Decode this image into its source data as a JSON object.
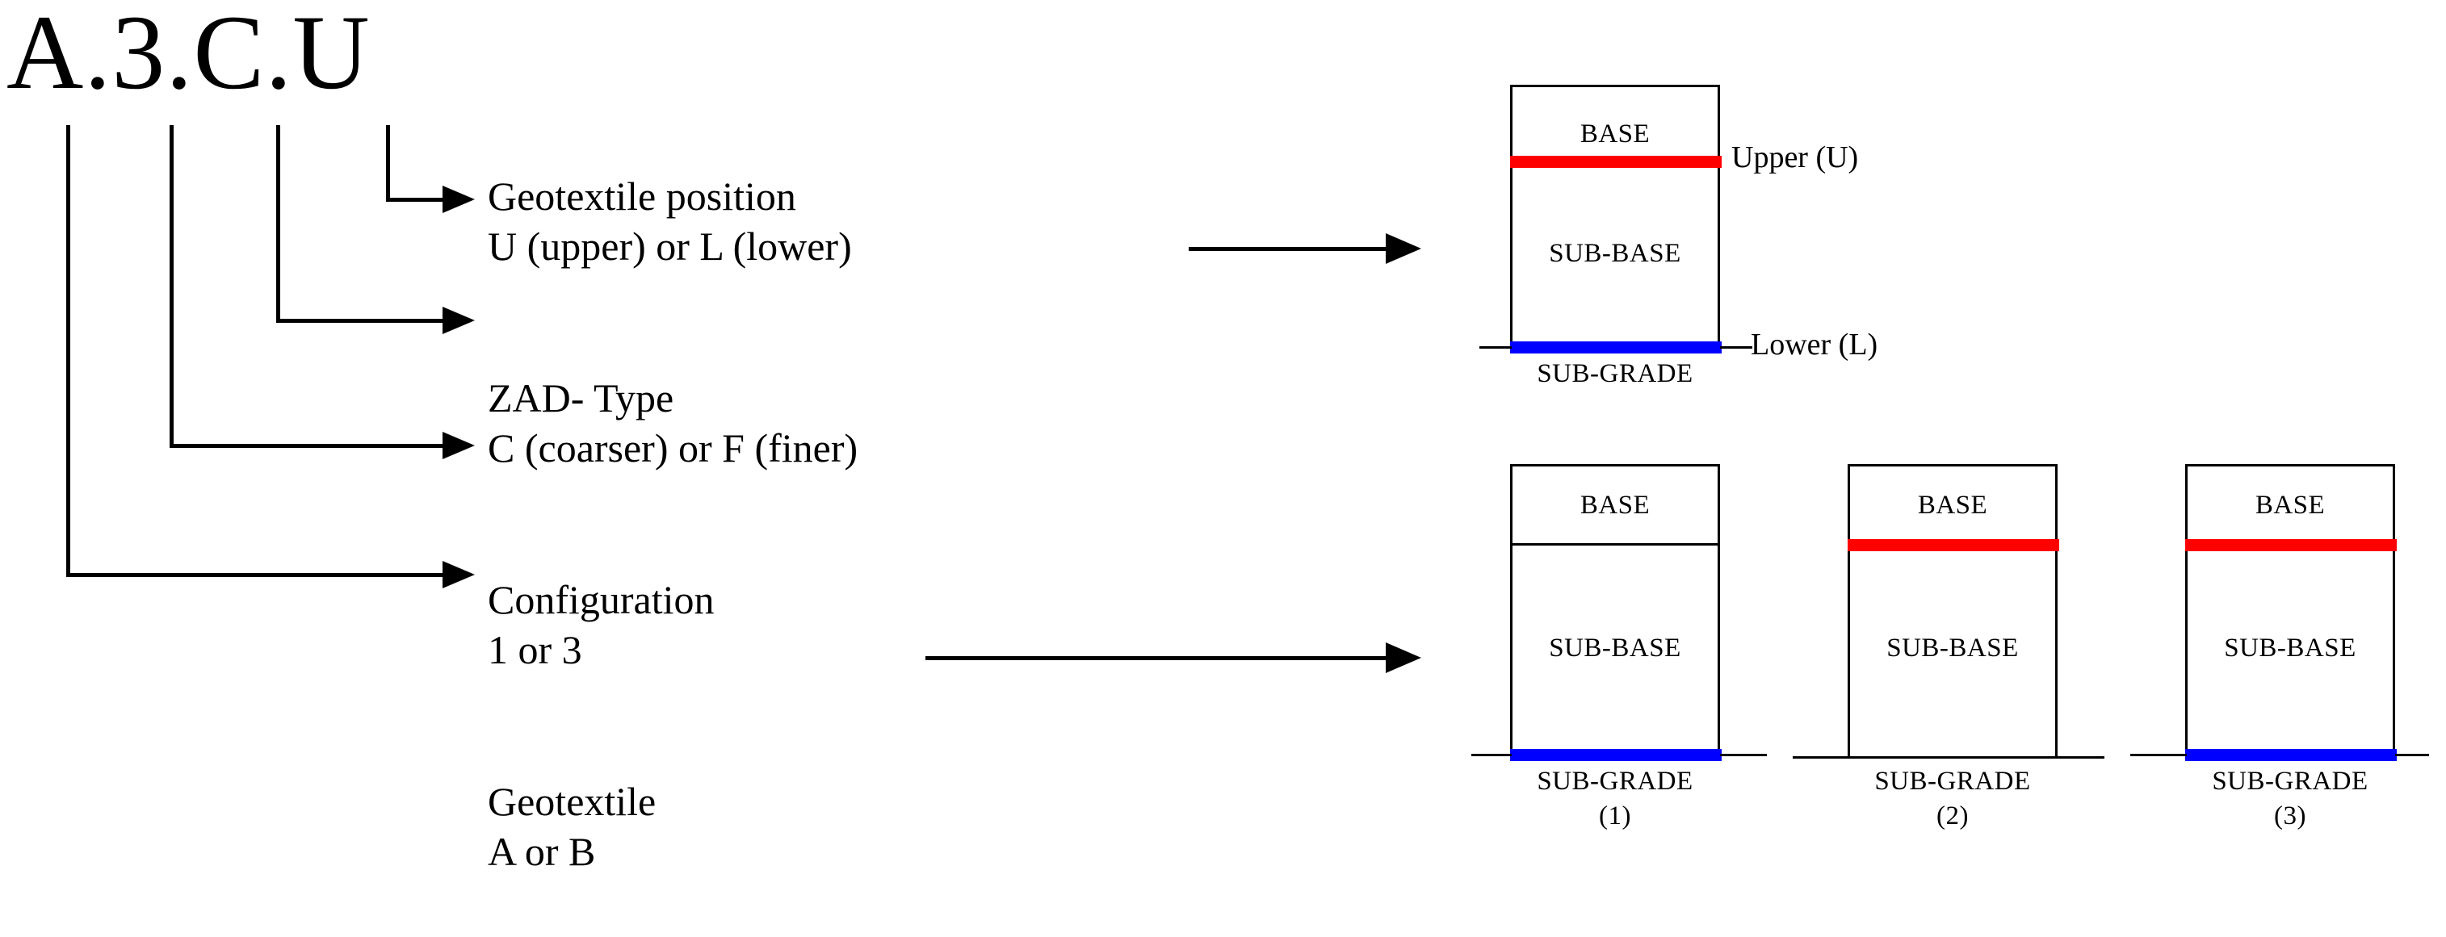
{
  "title": {
    "code": "A.3.C.U"
  },
  "legend": {
    "entries": [
      {
        "key": "geotextile-position",
        "heading": "Geotextile position",
        "options": "U (upper) or L (lower)",
        "source_char": "U"
      },
      {
        "key": "zad-type",
        "heading": "ZAD- Type",
        "options": "C (coarser) or F (finer)",
        "source_char": "C"
      },
      {
        "key": "configuration",
        "heading": "Configuration",
        "options": "1 or 3",
        "source_char": "3"
      },
      {
        "key": "geotextile",
        "heading": "Geotextile",
        "options": "A or B",
        "source_char": "A"
      }
    ]
  },
  "position_figure": {
    "base_label": "BASE",
    "subbase_label": "SUB-BASE",
    "subgrade_label": "SUB-GRADE",
    "upper_label": "Upper (U)",
    "lower_label": "Lower (L)",
    "upper_color": "#FF0000",
    "lower_color": "#0000FF"
  },
  "configuration_figures": [
    {
      "number": "(1)",
      "base_label": "BASE",
      "subbase_label": "SUB-BASE",
      "subgrade_label": "SUB-GRADE",
      "has_upper_geotextile": false,
      "has_lower_geotextile": true,
      "has_plain_divider": true
    },
    {
      "number": "(2)",
      "base_label": "BASE",
      "subbase_label": "SUB-BASE",
      "subgrade_label": "SUB-GRADE",
      "has_upper_geotextile": true,
      "has_lower_geotextile": false,
      "has_plain_divider": false
    },
    {
      "number": "(3)",
      "base_label": "BASE",
      "subbase_label": "SUB-BASE",
      "subgrade_label": "SUB-GRADE",
      "has_upper_geotextile": true,
      "has_lower_geotextile": true,
      "has_plain_divider": false
    }
  ],
  "colors": {
    "upper_geotextile": "#FF0000",
    "lower_geotextile": "#0000FF",
    "line": "#000000",
    "background": "#FFFFFF"
  }
}
